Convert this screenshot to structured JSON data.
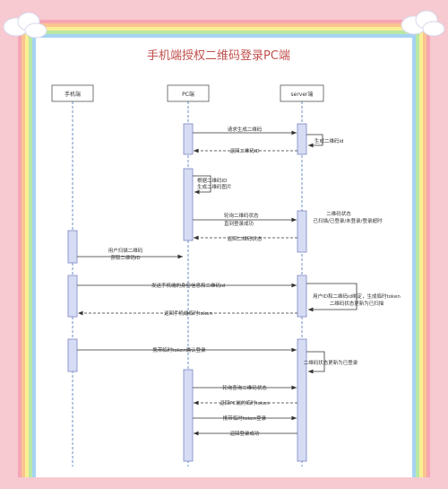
{
  "title": "手机端授权二维码登录PC端",
  "actors": {
    "mobile": "手机端",
    "pc": "PC端",
    "server": "server端"
  },
  "messages": {
    "m1": "请求生成二维码",
    "m2": "生成二维码id",
    "m3": "返回二维码ID",
    "m4": "根据二维码ID",
    "m4b": "生成二维码图片",
    "m5": "轮询二维码状态",
    "m5b": "直到登录成功",
    "m6": "二维码状态",
    "m6b": "已扫描/已登录/未登录/登录超时",
    "m7": "返回二维码状态",
    "m8": "用户扫描二维码",
    "m8b": "获取二维码ID",
    "m9": "发送手机端的身份信息和二维码id",
    "m10": "用户ID和二维码id绑定，生成临时token",
    "m10b": "二维码状态更新为已扫描",
    "m11": "返回手机端临时token",
    "m12": "携带临时token确认登录",
    "m13": "二维码状态更新为已登录",
    "m14": "轮询查询二维码状态",
    "m15": "返回PC端的临时token",
    "m16": "携带临时token登录",
    "m17": "返回登录成功"
  },
  "colors": {
    "background": "#f7c9d0",
    "panel": "#ffffff",
    "title": "#c0504d",
    "lifeline": "#6b8fc7",
    "activation_fill": "#d6dcf3",
    "activation_stroke": "#7b86c4",
    "arrow": "#333333"
  }
}
